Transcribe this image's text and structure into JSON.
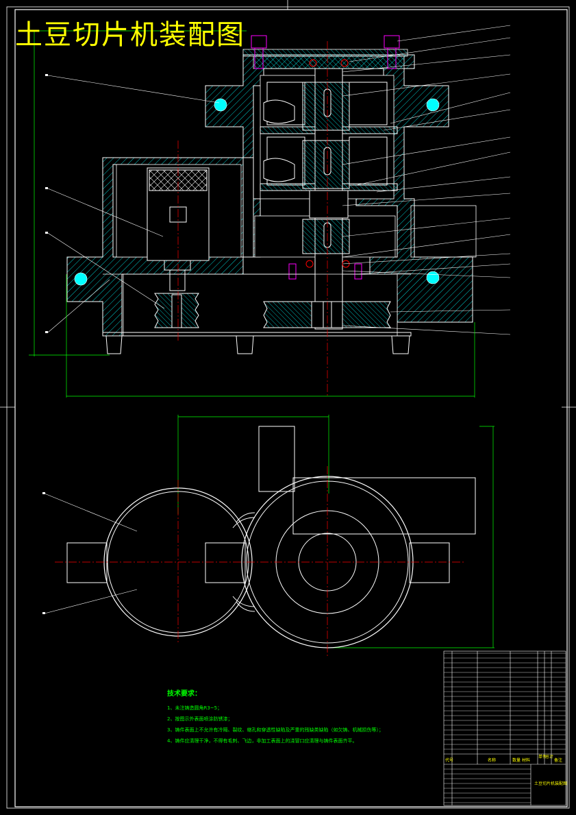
{
  "drawing_title": "土豆切片机装配图",
  "tech_requirements": {
    "heading": "技术要求：",
    "items": [
      "1、未注铸造圆角R3~5；",
      "2、按图示外表面喷涂防锈漆；",
      "3、铸件表面上不允许有冷隔、裂纹、缩孔和穿透性缺陷及严重的残缺类缺陷（如欠铸、机械损伤等）；",
      "4、铸件应清理干净，不得有毛刺、飞边，非加工表面上的浇冒口应清理与铸件表面齐平。"
    ]
  },
  "title_block": {
    "drawing_name": "土豆切片机装配图",
    "col_part": "代号",
    "col_name": "名称",
    "col_qty": "数量",
    "col_material": "材料",
    "col_weight": "单件",
    "col_total": "总计",
    "col_note": "备注"
  },
  "colors": {
    "background": "#000000",
    "outline": "#ffffff",
    "hatch": "#00ffff",
    "centerline": "#ff0000",
    "dimension": "#00ff00",
    "title": "#ffff00",
    "bolt": "#ff00ff"
  }
}
